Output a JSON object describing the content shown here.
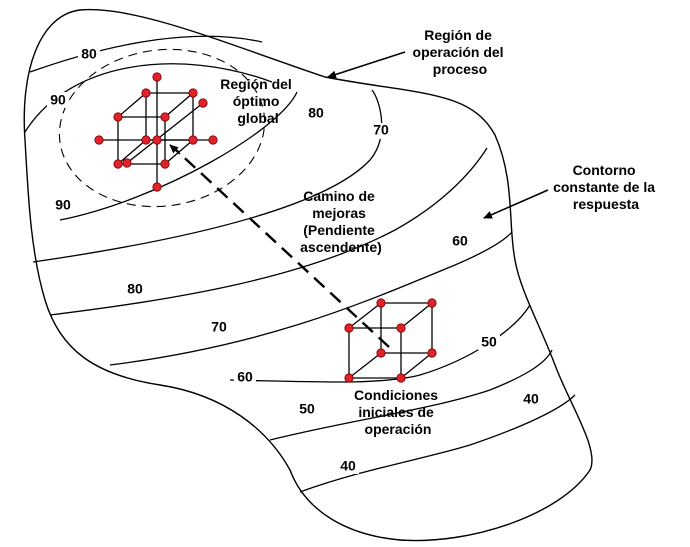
{
  "annotations": {
    "process_region": [
      "Región de",
      "operación del",
      "proceso"
    ],
    "global_optimum": [
      "Región del",
      "óptimo",
      "global"
    ],
    "response_contour": [
      "Contorno",
      "constante de la",
      "respuesta"
    ],
    "improvement_path": [
      "Camino de",
      "mejoras",
      "(Pendiente",
      "ascendente)"
    ],
    "initial_conditions": [
      "Condiciones",
      "iniciales de",
      "operación"
    ]
  },
  "contour_labels": {
    "c80_top": "80",
    "c90_top": "90",
    "c80_mid": "80",
    "c70_top": "70",
    "c90_bottom": "90",
    "c60_right": "60",
    "c80_left": "80",
    "c70_left": "70",
    "c50_right": "50",
    "c60_left": "60",
    "c40_right": "40",
    "c50_left": "50",
    "c40_bottom": "40"
  },
  "colors": {
    "design_point": "#e0222a",
    "line": "#000000",
    "background": "#ffffff"
  }
}
